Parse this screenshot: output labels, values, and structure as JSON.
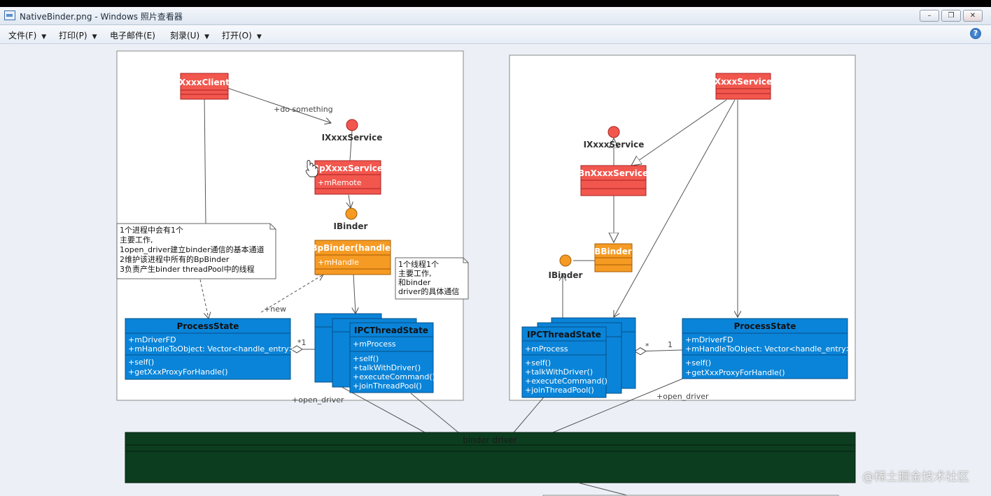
{
  "window": {
    "title": "NativeBinder.png - Windows 照片查看器",
    "minimize_glyph": "–",
    "restore_glyph": "❐",
    "close_glyph": "✕"
  },
  "menu": {
    "items": [
      {
        "label": "文件(F)",
        "has_dropdown": true
      },
      {
        "label": "打印(P)",
        "has_dropdown": true
      },
      {
        "label": "电子邮件(E)",
        "has_dropdown": false
      },
      {
        "label": "刻录(U)",
        "has_dropdown": true
      },
      {
        "label": "打开(O)",
        "has_dropdown": true
      }
    ],
    "help_glyph": "?"
  },
  "diagram": {
    "left": {
      "client": "XxxxClient",
      "do_something": "+do something",
      "interface": "IXxxxService",
      "proxy": {
        "name": "BpXxxxService",
        "attr": "+mRemote"
      },
      "ibinder": "IBinder",
      "bpbinder": {
        "name": "BpBinder(handle)",
        "attr": "+mHandle"
      },
      "note_process": [
        "1个进程中会有1个",
        "主要工作,",
        "1open_driver建立binder通信的基本通道",
        "2维护该进程中所有的BpBinder",
        "3负责产生binder threadPool中的线程"
      ],
      "note_thread": [
        "1个线程1个",
        "主要工作,",
        "和binder",
        "driver的具体通信"
      ],
      "new_label": "+new",
      "process_state": {
        "name": "ProcessState",
        "attrs": [
          "+mDriverFD",
          "+mHandleToObject: Vector<handle_entry>"
        ],
        "methods": [
          "+self()",
          "+getXxxProxyForHandle()"
        ]
      },
      "mult": "*1",
      "ipc": {
        "name": "IPCThreadState",
        "attr": "+mProcess",
        "methods": [
          "+self()",
          "+talkWithDriver()",
          "+executeCommand()",
          "+joinThreadPool()"
        ]
      },
      "open_driver": "+open_driver"
    },
    "right": {
      "service": "XxxxService",
      "interface": "IXxxxService",
      "native": "BnXxxxService",
      "bbinder": "BBinder",
      "ibinder": "IBinder",
      "ipc": {
        "name": "IPCThreadState",
        "attr": "+mProcess",
        "methods": [
          "+self()",
          "+talkWithDriver()",
          "+executeCommand()",
          "+joinThreadPool()"
        ]
      },
      "mult_star": "*",
      "mult_one": "1",
      "process_state": {
        "name": "ProcessState",
        "attrs": [
          "+mDriverFD",
          "+mHandleToObject: Vector<handle_entry>"
        ],
        "methods": [
          "+self()",
          "+getXxxProxyForHandle()"
        ]
      },
      "open_driver": "+open_driver"
    },
    "binder_driver": "binder driver"
  },
  "watermark": "@稀土掘金技术社区",
  "colors": {
    "red": "#f2574e",
    "orange": "#f59a23",
    "blue": "#0a84d8",
    "green": "#0c3d1f"
  }
}
